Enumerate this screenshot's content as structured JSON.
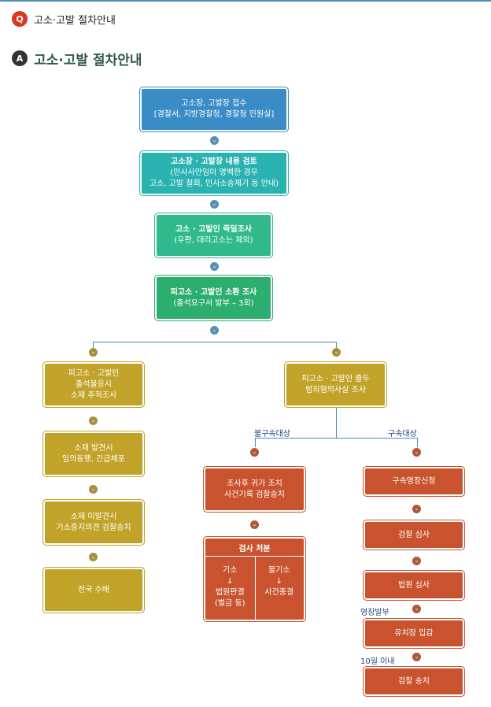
{
  "header": {
    "q_badge": "Q",
    "question": "고소·고발 절차안내",
    "a_badge": "A",
    "answer_title": "고소·고발 절차안내"
  },
  "colors": {
    "step1": "#3a8cc6",
    "step2": "#2ab2b0",
    "step3": "#2fb98c",
    "step4": "#2cae6e",
    "gold_branch": "#c2a32a",
    "red_branch": "#c9532f"
  },
  "arrow_glyph": "⌄",
  "steps": [
    {
      "lines": [
        "고소장, 고발장 접수",
        "[경찰서, 지방경찰청, 경찰청 민원실]"
      ]
    },
    {
      "lines": [
        "고소장 · 고발장 내용 검토",
        "(민사사안임이 명백한 경우",
        "고소, 고발 철회, 민사소송제기 등 안내)"
      ]
    },
    {
      "lines": [
        "고소 · 고발인 즉일조사",
        "(우편, 대리고소는 제외)"
      ]
    },
    {
      "lines": [
        "피고소 · 고발인 소환 조사",
        "(출석요구서 발부 – 3회)"
      ]
    }
  ],
  "left_branch": [
    {
      "lines": [
        "피고소 · 고발인",
        "출석불응시",
        "소재 추적조사"
      ]
    },
    {
      "lines": [
        "소재 발견시",
        "임의동행, 긴급체포"
      ]
    },
    {
      "lines": [
        "소재 미발견시",
        "기소중지의견 검찰송치"
      ]
    },
    {
      "lines": [
        "전국 수배"
      ]
    }
  ],
  "right_top": {
    "lines": [
      "피고소 · 고발인 출두",
      "범죄혐의사실 조사"
    ]
  },
  "labels": {
    "non_detention": "불구속대상",
    "detention": "구속대상",
    "warrant": "영장발부",
    "within_10": "10일 이내"
  },
  "non_detention_box": {
    "lines": [
      "조사후 귀가 조치",
      "사건기록 검찰송치"
    ]
  },
  "disposition": {
    "title": "검사 처분",
    "left": [
      "기소",
      "↓",
      "법원판결",
      "(벌금 등)"
    ],
    "right": [
      "불기소",
      "↓",
      "사건종결"
    ]
  },
  "detention_steps": [
    {
      "lines": [
        "구속영장신청"
      ]
    },
    {
      "lines": [
        "검찰 심사"
      ]
    },
    {
      "lines": [
        "법원 심사"
      ]
    },
    {
      "lines": [
        "유치장 입감"
      ]
    },
    {
      "lines": [
        "검찰 송치"
      ]
    }
  ]
}
